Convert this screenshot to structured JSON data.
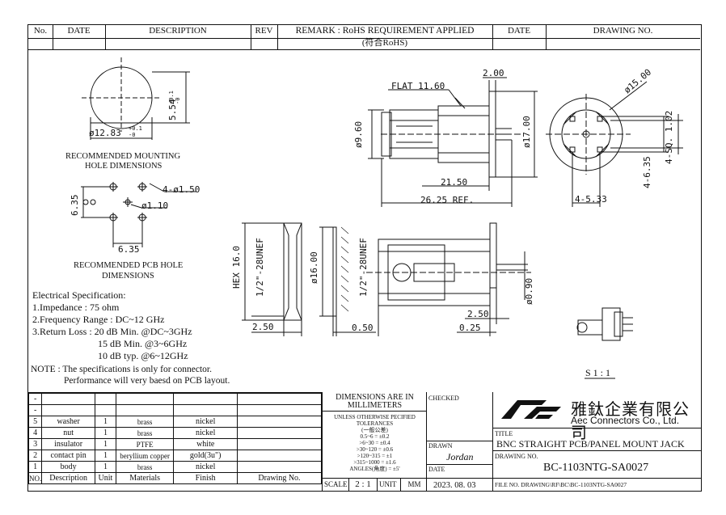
{
  "header": {
    "no": "No.",
    "date": "DATE",
    "description": "DESCRIPTION",
    "rev": "REV",
    "remark": "REMARK : RoHS REQUIREMENT APPLIED",
    "remark_sub": "(符合RoHS)",
    "date2": "DATE",
    "drawing_no": "DRAWING NO."
  },
  "dims": {
    "hole_dia": "ø12.83",
    "hole_dia_tol_up": "+0.1",
    "hole_dia_tol_dn": "-0",
    "hole_flat": "5.54",
    "hole_flat_tol_up": "+0.1",
    "hole_flat_tol_dn": "-0",
    "mount_caption_1": "RECOMMENDED MOUNTING",
    "mount_caption_2": "HOLE DIMENSIONS",
    "pcb_holes": "4-ø1.50",
    "pcb_center": "ø1.10",
    "pcb_v": "6.35",
    "pcb_h": "6.35",
    "pcb_caption_1": "RECOMMENDED PCB  HOLE",
    "pcb_caption_2": "DIMENSIONS",
    "flat": "FLAT 11.60",
    "flange_t": "2.00",
    "d960": "ø9.60",
    "d1700": "ø17.00",
    "len2150": "21.50",
    "len2625": "26.25 REF.",
    "d1500": "ø15.00",
    "sq102": "4-SQ. 1.02",
    "p635": "4-6.35",
    "p533": "4-5.33",
    "hex": "HEX 16.0",
    "thread": "1/2\"-28UNEF",
    "d1600": "ø16.00",
    "w250a": "2.50",
    "w050": "0.50",
    "thread2": "1/2\"-28UNEF",
    "d090": "ø0.90",
    "w250b": "2.50",
    "w025": "0.25",
    "scale_note": "S 1 : 1"
  },
  "spec": {
    "title": "Electrical Specification:",
    "l1": "1.Impedance : 75 ohm",
    "l2": "2.Frequency Range : DC~12 GHz",
    "l3": "3.Return Loss : 20 dB Min. @DC~3GHz",
    "l4": "15 dB Min. @3~6GHz",
    "l5": "10 dB typ. @6~12GHz",
    "note1": "NOTE : The specifications is only for connector.",
    "note2": "Performance will very baesd on PCB layout."
  },
  "bom": {
    "rows": [
      {
        "no": "-",
        "desc": "",
        "unit": "",
        "mat": "",
        "finish": ""
      },
      {
        "no": "-",
        "desc": "",
        "unit": "",
        "mat": "",
        "finish": ""
      },
      {
        "no": "5",
        "desc": "washer",
        "unit": "1",
        "mat": "brass",
        "finish": "nickel"
      },
      {
        "no": "4",
        "desc": "nut",
        "unit": "1",
        "mat": "brass",
        "finish": "nickel"
      },
      {
        "no": "3",
        "desc": "insulator",
        "unit": "1",
        "mat": "PTFE",
        "finish": "white"
      },
      {
        "no": "2",
        "desc": "contact pin",
        "unit": "1",
        "mat": "beryllium copper",
        "finish": "gold(3u\")"
      },
      {
        "no": "1",
        "desc": "body",
        "unit": "1",
        "mat": "brass",
        "finish": "nickel"
      }
    ],
    "head": {
      "no": "NO.",
      "desc": "Description",
      "unit": "Unit",
      "mat": "Materials",
      "finish": "Finish",
      "dwg": "Drawing No."
    }
  },
  "tol": {
    "h1": "DIMENSIONS ARE IN",
    "h2": "MILLIMETERS",
    "s1": "UNLESS OTHERWISE PECIFIED",
    "s2": "TOLERANCES",
    "s3": "(一般公差)",
    "r1": "0.5~6 = ±0.2",
    "r2": ">6~30 = ±0.4",
    "r3": ">30~120 = ±0.6",
    "r4": ">120~315 = ±1",
    "r5": ">315~1000 = ±1.6",
    "r6": "ANGLES(角度) = ±5'",
    "scale_label": "SCALE",
    "scale": "2 : 1",
    "unit_label": "UNIT",
    "unit": "MM"
  },
  "checked": {
    "checked": "CHECKED",
    "drawn": "DRAWN",
    "drawn_by": "Jordan",
    "date": "DATE",
    "date_val": "2023. 08. 03"
  },
  "company": {
    "name_cn": "雅鈦企業有限公司",
    "name_en": "Aec Connectors Co., Ltd.",
    "title_label": "TITLE",
    "title": "BNC STRAIGHT PCB/PANEL MOUNT JACK",
    "dwg_label": "DRAWING NO.",
    "dwg": "BC-1103NTG-SA0027",
    "file": "FILE NO. DRAWING\\RF\\BC\\BC-1103NTG-SA0027"
  }
}
